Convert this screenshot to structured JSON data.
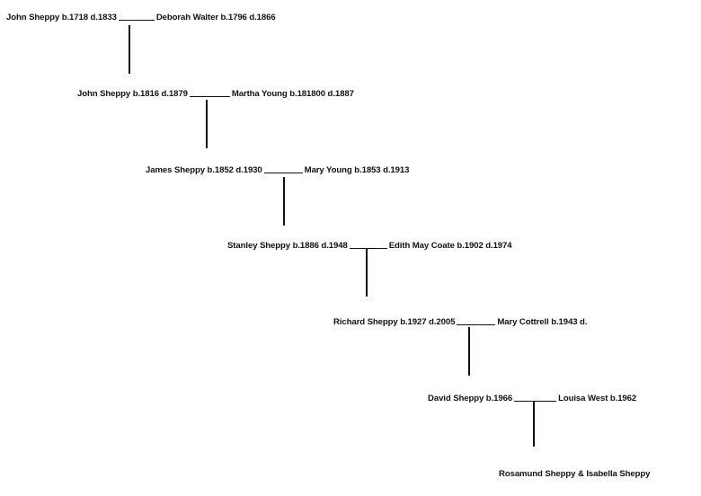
{
  "generations": [
    {
      "person": "John Sheppy b.1718 d.1833",
      "spouse": "Deborah Walter b.1796 d.1866"
    },
    {
      "person": "John Sheppy  b.1816 d.1879",
      "spouse": "Martha Young b.181800   d.1887"
    },
    {
      "person": "James Sheppy b.1852  d.1930",
      "spouse": "Mary Young b.1853  d.1913"
    },
    {
      "person": "Stanley Sheppy  b.1886 d.1948",
      "spouse": "Edith May Coate b.1902 d.1974"
    },
    {
      "person": "Richard Sheppy b.1927 d.2005",
      "spouse": "Mary Cottrell b.1943 d."
    },
    {
      "person": "David Sheppy b.1966",
      "spouse": "Louisa West b.1962"
    }
  ],
  "children": "Rosamund Sheppy & Isabella Sheppy",
  "colors": {
    "text": "#111111",
    "lines": "#111111",
    "background": "#ffffff"
  }
}
